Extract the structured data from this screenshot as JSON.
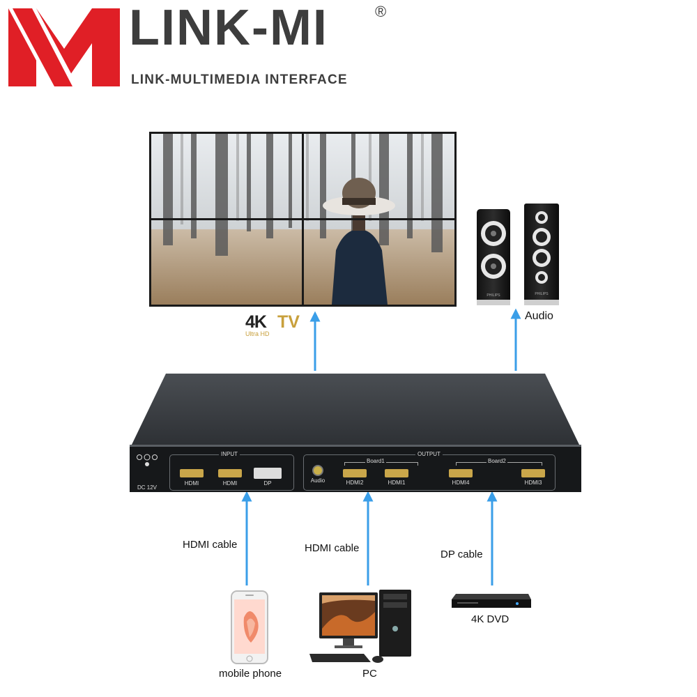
{
  "brand": {
    "name": "LINK-MI",
    "registered": "®",
    "tagline": "LINK-MULTIMEDIA INTERFACE",
    "logo_color": "#e01f26",
    "text_color": "#3d3d3d"
  },
  "outputs": {
    "tv": {
      "badge_main": "4K",
      "badge_suffix": "TV",
      "badge_sub": "Ultra HD"
    },
    "audio": {
      "label": "Audio",
      "brand_text": "PHILIPS"
    }
  },
  "device": {
    "power_label": "DC 12V",
    "input_group_label": "INPUT",
    "input_ports": [
      "HDMI",
      "HDMI",
      "DP"
    ],
    "output_group_label": "OUTPUT",
    "audio_port_label": "Audio",
    "board1_label": "Board1",
    "board2_label": "Board2",
    "output_ports_board1": [
      "HDMI2",
      "HDMI1"
    ],
    "output_ports_board2": [
      "HDMI4",
      "HDMI3"
    ]
  },
  "connections": [
    {
      "cable": "HDMI cable",
      "source": "mobile phone"
    },
    {
      "cable": "HDMI cable",
      "source": "PC"
    },
    {
      "cable": "DP cable",
      "source": "4K DVD"
    }
  ],
  "colors": {
    "arrow": "#3a9ee8",
    "chassis": "#2a2d30",
    "chassis_top": "#3b3f43",
    "port_gold": "#c9a64a"
  }
}
